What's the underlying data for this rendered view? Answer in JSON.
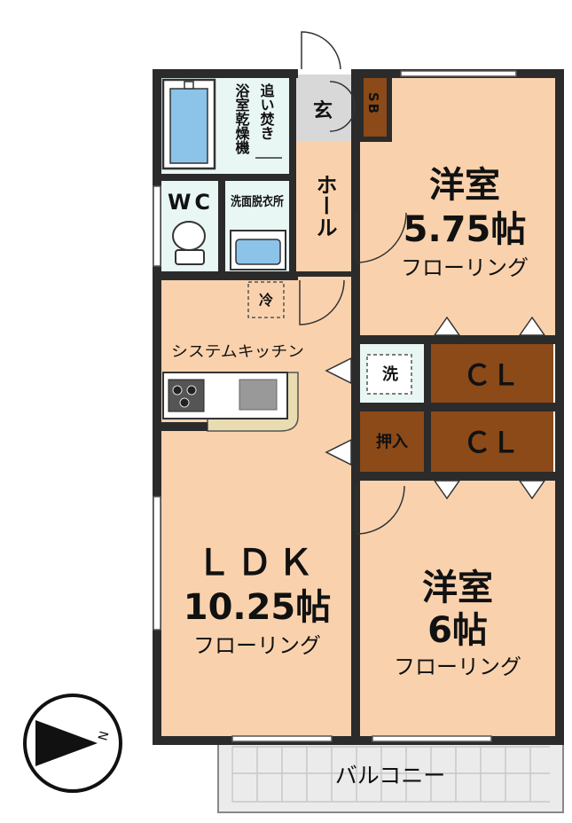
{
  "rooms": {
    "bath": {
      "label": "浴室乾燥機"
    },
    "reheat": {
      "label": "追い焚き"
    },
    "genkan": {
      "label": "玄"
    },
    "sb": {
      "label": "SB"
    },
    "wc": {
      "label": "WC"
    },
    "washroom": {
      "label": "洗面脱衣所"
    },
    "hall": {
      "label": "ホール"
    },
    "fridge": {
      "label": "冷"
    },
    "kitchen": {
      "label": "システムキッチン"
    },
    "laundry": {
      "label": "洗"
    },
    "closet_top": {
      "label": "ＣＬ"
    },
    "closet_bottom": {
      "label": "ＣＬ"
    },
    "oshiire": {
      "label": "押入"
    },
    "western1": {
      "name": "洋室",
      "size": "5.75帖",
      "floor": "フローリング"
    },
    "ldk": {
      "name": "ＬＤＫ",
      "size": "10.25帖",
      "floor": "フローリング"
    },
    "western2": {
      "name": "洋室",
      "size": "6帖",
      "floor": "フローリング"
    },
    "balcony": {
      "label": "バルコニー"
    }
  },
  "compass": {
    "label": "N"
  },
  "colors": {
    "room_fill": "#f9d2ad",
    "closet_fill": "#8b4a18",
    "wet_fill": "#e8f6f4",
    "wall": "#2b2b2b",
    "balcony_fill": "#ebebeb",
    "genkan_fill": "#d8d8d8",
    "counter_fill": "#e8dcb0"
  }
}
